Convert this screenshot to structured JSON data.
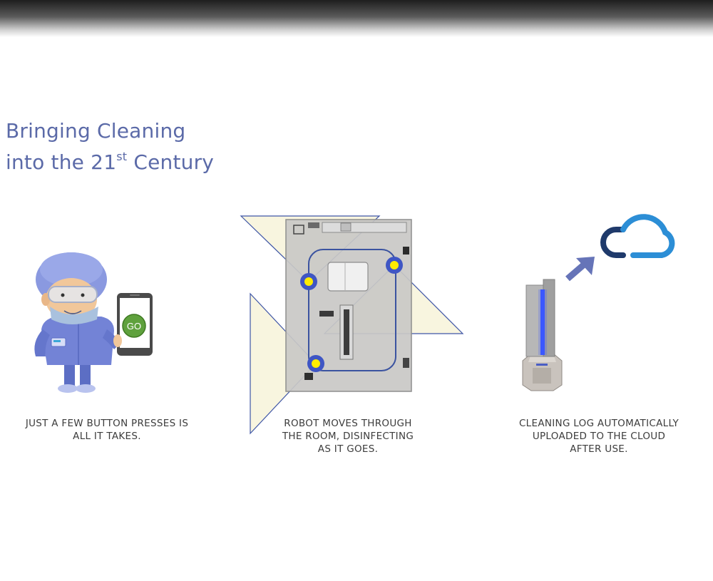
{
  "title": {
    "line1": "Bringing Cleaning",
    "line2_prefix": "into the 21",
    "line2_sup": "st",
    "line2_suffix": " Century"
  },
  "phone": {
    "button_label": "GO"
  },
  "steps": [
    {
      "line1": "JUST A FEW BUTTON PRESSES IS",
      "line2": "ALL IT TAKES.",
      "line3": ""
    },
    {
      "line1": "ROBOT MOVES THROUGH",
      "line2": "THE ROOM, DISINFECTING",
      "line3": "AS IT GOES."
    },
    {
      "line1": "CLEANING LOG AUTOMATICALLY",
      "line2": "UPLOADED TO THE CLOUD",
      "line3": "AFTER USE."
    }
  ],
  "colors": {
    "title": "#5b6aa8",
    "caption": "#3c3c3c",
    "go_button": "#5fa13d",
    "uv_light": "#3b57ff",
    "waypoint": "#ffec00",
    "cloud_dark": "#1f3a6b",
    "cloud_light": "#2c8ed6",
    "arrow": "#6674b8"
  },
  "icons": [
    "nurse-character",
    "smartphone-icon",
    "floor-plan",
    "uv-robot",
    "upload-arrow-icon",
    "cloud-icon"
  ]
}
